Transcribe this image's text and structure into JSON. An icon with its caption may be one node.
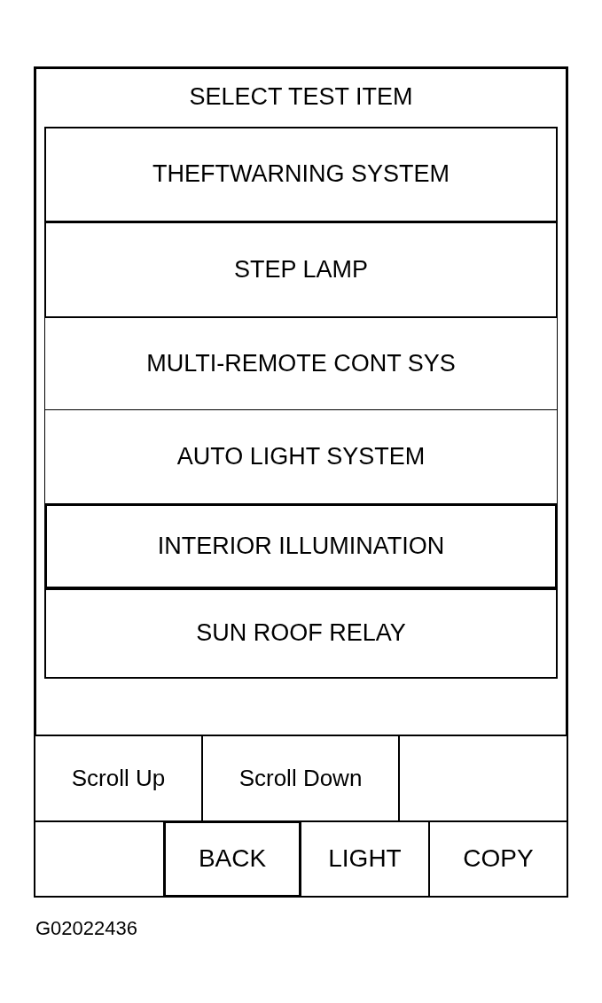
{
  "diagram": {
    "nodes": [
      {
        "text": [
          "SELECT TEST ITEM"
        ]
      },
      {
        "text": [],
        "shape": "box",
        "in": 0
      },
      {
        "text": [
          "THEFTWARNING SYSTEM"
        ],
        "in": 1
      },
      {
        "text": [
          "STEP LAMP"
        ],
        "in": 1
      },
      {
        "text": [
          "MULTI-REMOTE CONT SYS"
        ],
        "in": 1
      },
      {
        "text": [
          "AUTO LIGHT SYSTEM"
        ],
        "in": 1
      },
      {
        "text": [
          "INTERIOR ILLUMINATION"
        ],
        "in": 1
      },
      {
        "text": [
          "SUN ROOF RELAY"
        ],
        "in": 1
      },
      {
        "text": [
          "Scroll Up"
        ],
        "in": 0
      },
      {
        "text": [
          "Scroll Down"
        ],
        "in": 0
      },
      {
        "text": [],
        "shape": "box",
        "in": 0
      },
      {
        "text": [],
        "shape": "box",
        "in": 0
      },
      {
        "text": [
          "BACK"
        ],
        "in": 0
      },
      {
        "text": [
          "LIGHT"
        ],
        "in": 0
      },
      {
        "text": [
          "COPY"
        ],
        "in": 0
      }
    ],
    "labels": [
      "G02022436"
    ]
  }
}
